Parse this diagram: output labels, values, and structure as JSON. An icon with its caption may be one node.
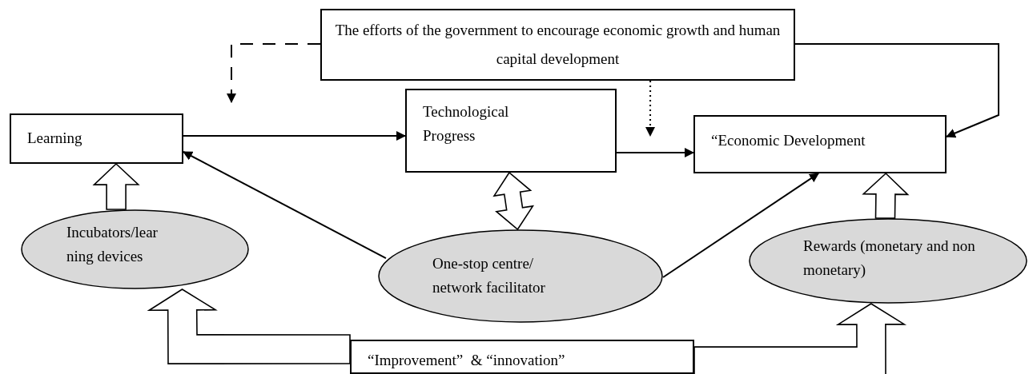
{
  "diagram": {
    "nodes": [
      {
        "text": [
          "The efforts of the government to encourage economic growth and human capital development"
        ]
      },
      {
        "text": [
          "Learning"
        ]
      },
      {
        "text": [
          "Technological Progress"
        ]
      },
      {
        "text": [
          "“Economic Development"
        ]
      },
      {
        "text": [
          "Incubators/lear ning devices"
        ]
      },
      {
        "text": [
          "One-stop centre/ network facilitator"
        ]
      },
      {
        "text": [
          "Rewards (monetary and non monetary)"
        ]
      },
      {
        "text": [
          "“Improvement”  & “innovation”"
        ]
      }
    ],
    "edges": [
      {
        "from": 1,
        "to": 2,
        "arrow": "to"
      },
      {
        "from": 2,
        "to": 3,
        "arrow": "to"
      },
      {
        "from": 0,
        "to": null,
        "arrow": "to",
        "style": "dashed"
      },
      {
        "from": 0,
        "to": null,
        "arrow": "to",
        "style": "dashed"
      },
      {
        "from": 0,
        "to": 3,
        "arrow": "to"
      },
      {
        "from": 5,
        "to": 1,
        "arrow": "to"
      },
      {
        "from": 5,
        "to": 3,
        "arrow": "to"
      },
      {
        "from": 2,
        "to": 5,
        "arrow": "both",
        "style": "thick"
      },
      {
        "from": 4,
        "to": 1,
        "arrow": "to",
        "style": "thick"
      },
      {
        "from": 6,
        "to": 3,
        "arrow": "to",
        "style": "thick"
      },
      {
        "from": 7,
        "to": 4,
        "arrow": "to",
        "style": "thick"
      },
      {
        "from": 7,
        "to": 6,
        "arrow": "to",
        "style": "thick"
      }
    ]
  }
}
